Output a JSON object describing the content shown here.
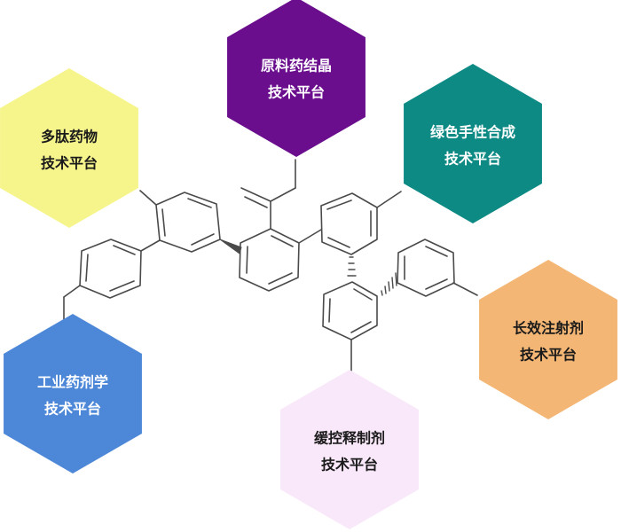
{
  "palette": {
    "bond": "#4a4a4a",
    "text_dark": "#1a1a1a",
    "text_light": "#ffffff"
  },
  "platforms": [
    {
      "id": "api-crystallization",
      "line1": "原料药结晶",
      "line2": "技术平台",
      "color": "#6a0e8e",
      "text_color": "#ffffff"
    },
    {
      "id": "peptide-drugs",
      "line1": "多肽药物",
      "line2": "技术平台",
      "color": "#f6f58c",
      "text_color": "#1a1a1a"
    },
    {
      "id": "green-chiral-synthesis",
      "line1": "绿色手性合成",
      "line2": "技术平台",
      "color": "#0e8a85",
      "text_color": "#ffffff"
    },
    {
      "id": "long-acting-injectables",
      "line1": "长效注射剂",
      "line2": "技术平台",
      "color": "#f4b675",
      "text_color": "#1a1a1a"
    },
    {
      "id": "industrial-pharmaceutics",
      "line1": "工业药剂学",
      "line2": "技术平台",
      "color": "#4d87d8",
      "text_color": "#ffffff"
    },
    {
      "id": "controlled-release",
      "line1": "缓控释制剂",
      "line2": "技术平台",
      "color": "#f9e8f9",
      "text_color": "#1a1a1a"
    }
  ]
}
